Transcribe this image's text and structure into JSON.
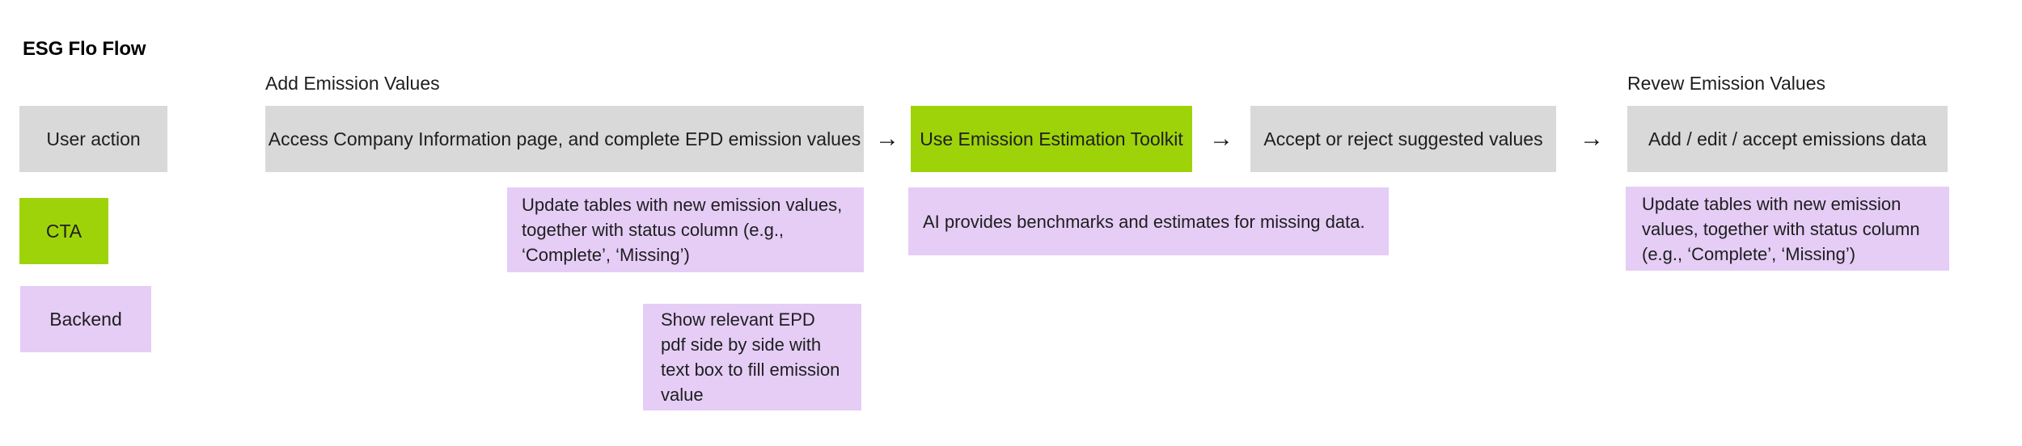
{
  "title": "ESG Flo Flow",
  "colors": {
    "user_action_fill": "#d9d9d9",
    "cta_fill": "#9ed309",
    "backend_fill": "#e5cdf6",
    "text": "#1e1e1e",
    "background": "#ffffff"
  },
  "legend": {
    "user_action": "User action",
    "cta": "CTA",
    "backend": "Backend"
  },
  "sections": {
    "add": "Add Emission Values",
    "review": "Revew Emission Values"
  },
  "flow": {
    "arrow_glyph": "→",
    "steps": [
      {
        "label": "Access Company Information page, and complete EPD emission values",
        "type": "user_action"
      },
      {
        "label": "Use Emission Estimation Toolkit",
        "type": "cta"
      },
      {
        "label": "Accept or reject suggested values",
        "type": "user_action"
      },
      {
        "label": "Add / edit / accept emissions data",
        "type": "user_action"
      }
    ]
  },
  "backend_notes": [
    {
      "label": "Update tables with new emission values, together with status column (e.g., ‘Complete’, ‘Missing’)"
    },
    {
      "label": "AI provides benchmarks and estimates for missing data."
    },
    {
      "label": "Update tables with new emission values, together with status column (e.g., ‘Complete’, ‘Missing’)"
    },
    {
      "label": "Show relevant EPD pdf side by side with text box to fill emission value"
    }
  ]
}
